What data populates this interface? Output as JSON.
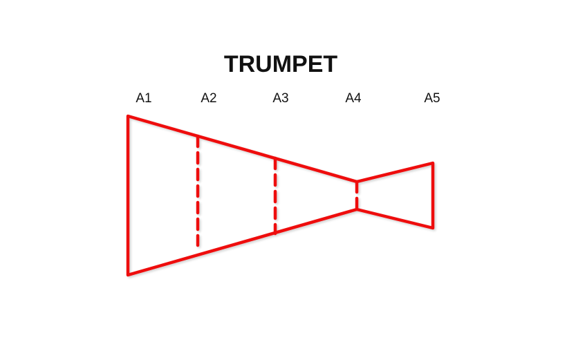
{
  "title": "TRUMPET",
  "sections": [
    {
      "label": "A1"
    },
    {
      "label": "A2"
    },
    {
      "label": "A3"
    },
    {
      "label": "A4"
    },
    {
      "label": "A5"
    }
  ],
  "colors": {
    "outline": "#ee1111",
    "text": "#111111",
    "background": "#ffffff"
  }
}
